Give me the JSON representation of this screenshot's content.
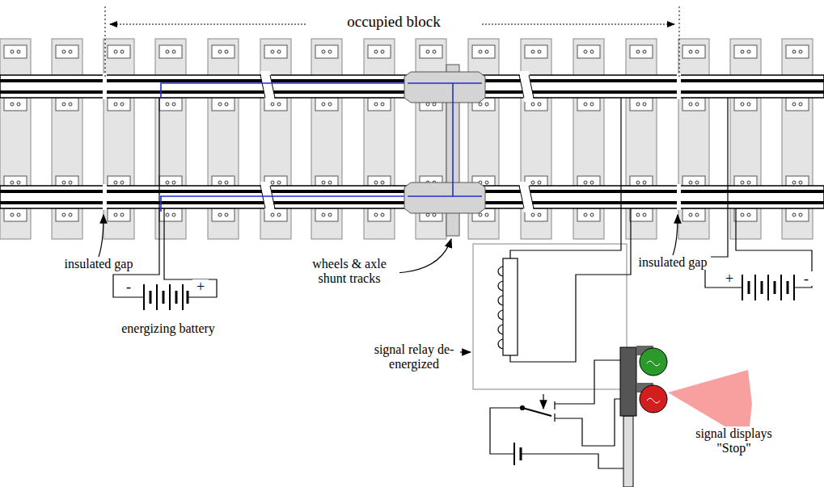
{
  "diagram": {
    "labels": [
      "occupied block",
      "insulated gap",
      "wheels & axle shunt tracks",
      "insulated gap",
      "energizing battery",
      "-",
      "+",
      "+",
      "-",
      "signal relay de-energized",
      "signal displays \"Stop\""
    ]
  }
}
